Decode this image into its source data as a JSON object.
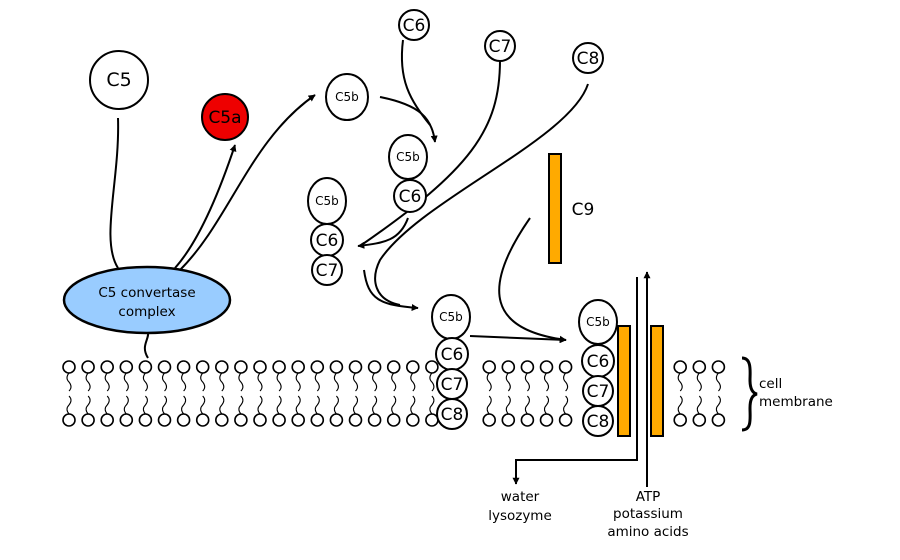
{
  "colors": {
    "c5a": "#ee0000",
    "convertase": "#99ccff",
    "c9_pore": "#ffaa00",
    "outline": "#000000"
  },
  "components": {
    "c5": "C5",
    "c5a": "C5a",
    "c5b": "C5b",
    "c6": "C6",
    "c7": "C7",
    "c8": "C8",
    "c9": "C9"
  },
  "convertase": {
    "line1": "C5 convertase",
    "line2": "complex"
  },
  "membrane_label": {
    "line1": "cell",
    "line2": "membrane"
  },
  "outflow_label": {
    "line1": "water",
    "line2": "lysozyme"
  },
  "inflow_label": {
    "line1": "ATP",
    "line2": "potassium",
    "line3": "amino acids"
  }
}
